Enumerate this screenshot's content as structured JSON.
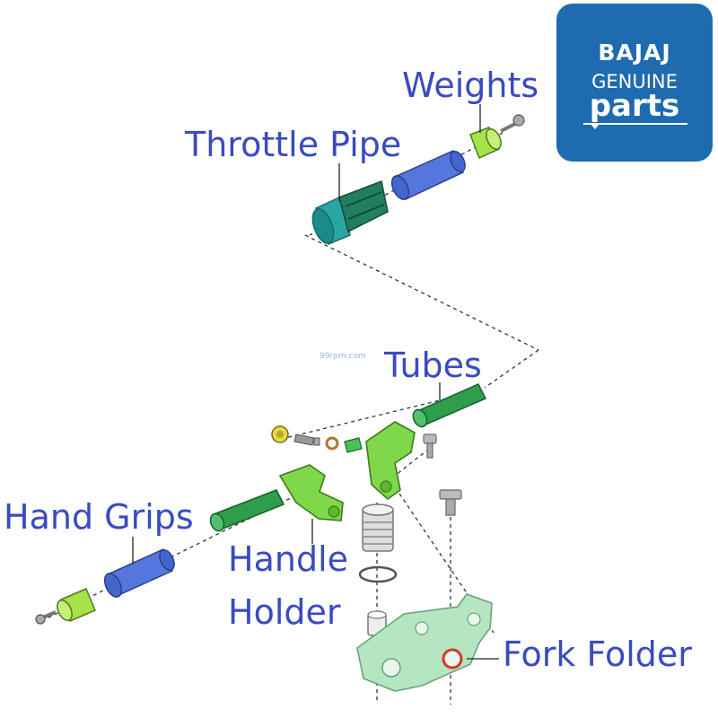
{
  "labels": {
    "weights": "Weights",
    "throttle_pipe": "Throttle Pipe",
    "tubes": "Tubes",
    "hand_grips": "Hand Grips",
    "handle_holder_line1": "Handle",
    "handle_holder_line2": "Holder",
    "fork_folder": "Fork Folder"
  },
  "logo": {
    "brand": "BAJAJ",
    "line1": "GENUINE",
    "line2": "parts"
  },
  "watermark": "99rpm.com",
  "colors": {
    "label_text": "#3a4bc0",
    "logo_background": "#1e6bb0",
    "grip_blue": "#5577dd",
    "tube_green": "#2f9e4c",
    "weight_green": "#a6e34a",
    "throttle_teal": "#2aa5a5",
    "holder_green": "#7ed84a",
    "fork_green": "#b5e6c2"
  }
}
